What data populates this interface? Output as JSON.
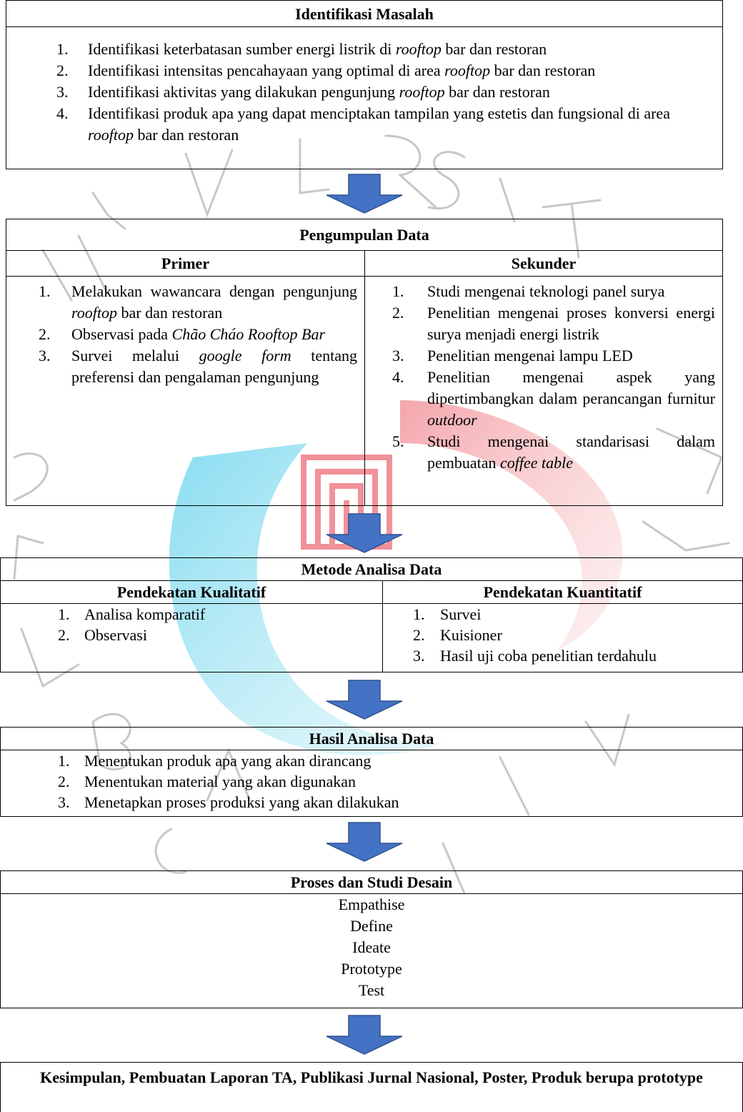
{
  "identifikasi": {
    "title": "Identifikasi Masalah",
    "items": [
      {
        "num": "1.",
        "html": "Identifikasi keterbatasan sumber energi listrik di <em>rooftop</em> bar dan restoran"
      },
      {
        "num": "2.",
        "html": "Identifikasi intensitas pencahayaan yang optimal di area <em>rooftop</em> bar dan restoran"
      },
      {
        "num": "3.",
        "html": "Identifikasi aktivitas yang dilakukan pengunjung <em>rooftop</em> bar dan restoran"
      },
      {
        "num": "4.",
        "html": "Identifikasi produk apa yang dapat menciptakan tampilan yang estetis dan fungsional di area <em>rooftop</em> bar dan restoran"
      }
    ]
  },
  "pengumpulan": {
    "title": "Pengumpulan Data",
    "primer_title": "Primer",
    "sekunder_title": "Sekunder",
    "primer": [
      {
        "num": "1.",
        "html": "Melakukan wawancara dengan pengunjung <em>rooftop</em> bar dan restoran"
      },
      {
        "num": "2.",
        "html": "Observasi pada <em>Chão Cháo Rooftop Bar</em>"
      },
      {
        "num": "3.",
        "html": "Survei melalui <em>google form</em> tentang preferensi dan pengalaman pengunjung"
      }
    ],
    "sekunder": [
      {
        "num": "1.",
        "html": "Studi mengenai teknologi panel surya"
      },
      {
        "num": "2.",
        "html": "Penelitian mengenai proses konversi energi surya menjadi energi listrik"
      },
      {
        "num": "3.",
        "html": "Penelitian mengenai lampu LED"
      },
      {
        "num": "4.",
        "html": "Penelitian mengenai aspek yang dipertimbangkan dalam perancangan furnitur <em>outdoor</em>"
      },
      {
        "num": "5.",
        "html": "Studi mengenai standarisasi dalam pembuatan <em>coffee table</em>"
      }
    ]
  },
  "metode": {
    "title": "Metode Analisa Data",
    "kualitatif_title": "Pendekatan Kualitatif",
    "kuantitatif_title": "Pendekatan Kuantitatif",
    "kualitatif": [
      {
        "num": "1.",
        "text": "Analisa komparatif"
      },
      {
        "num": "2.",
        "text": "Observasi"
      }
    ],
    "kuantitatif": [
      {
        "num": "1.",
        "text": "Survei"
      },
      {
        "num": "2.",
        "text": "Kuisioner"
      },
      {
        "num": "3.",
        "text": "Hasil uji coba penelitian terdahulu"
      }
    ]
  },
  "hasil": {
    "title": "Hasil Analisa Data",
    "items": [
      {
        "num": "1.",
        "text": "Menentukan produk apa yang akan dirancang"
      },
      {
        "num": "2.",
        "text": "Menentukan material yang akan digunakan"
      },
      {
        "num": "3.",
        "text": "Menetapkan proses produksi yang akan dilakukan"
      }
    ]
  },
  "proses": {
    "title": "Proses dan Studi Desain",
    "steps": [
      "Empathise",
      "Define",
      "Ideate",
      "Prototype",
      "Test"
    ]
  },
  "kesimpulan": {
    "text": "Kesimpulan, Pembuatan Laporan TA, Publikasi Jurnal Nasional, Poster, Produk berupa prototype"
  },
  "colors": {
    "arrow_fill": "#4472C4",
    "arrow_stroke": "#2F528F",
    "wm_teal": "#00B5E2",
    "wm_red": "#E63946",
    "wm_gray": "#9a9a9a"
  }
}
